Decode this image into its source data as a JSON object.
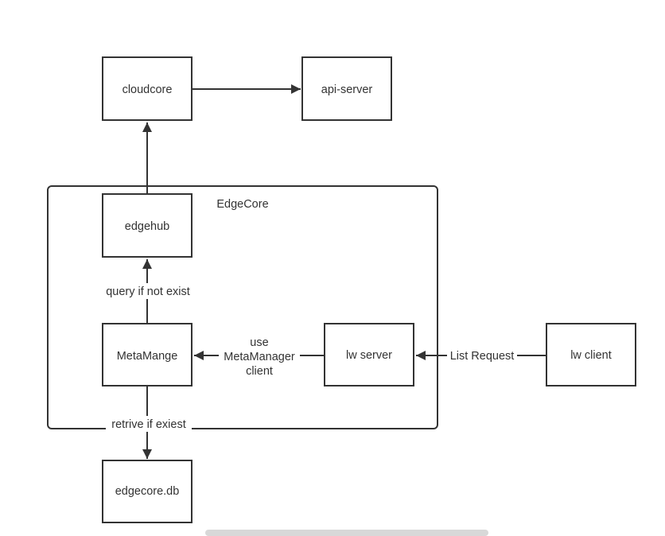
{
  "nodes": {
    "cloudcore": "cloudcore",
    "api_server": "api-server",
    "edgehub": "edgehub",
    "metamanager": "MetaMange",
    "lw_server": "lw server",
    "lw_client": "lw client",
    "edgecore_db": "edgecore.db"
  },
  "container": {
    "label": "EdgeCore"
  },
  "edges": {
    "query": "query if not exist",
    "use_line1": "use",
    "use_line2": "MetaManager",
    "use_line3": "client",
    "list_request": "List Request",
    "retrive": "retrive if exiest"
  },
  "colors": {
    "stroke": "#333333",
    "text": "#333333",
    "background": "#ffffff"
  }
}
